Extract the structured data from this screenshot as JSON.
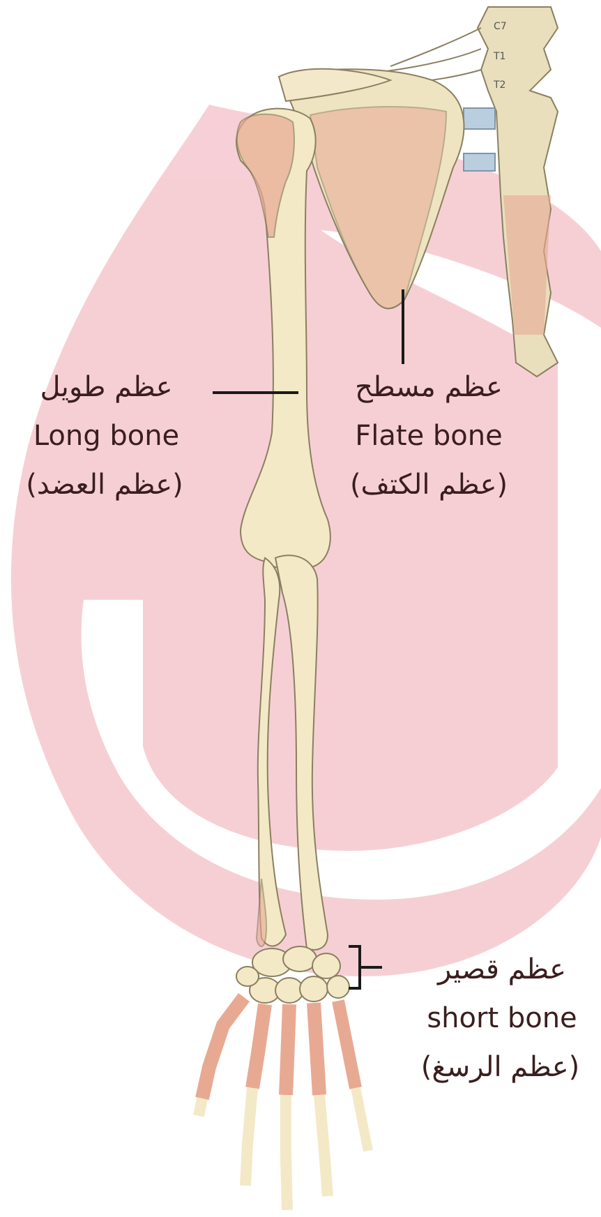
{
  "labels": {
    "long_bone": {
      "arabic": "عظم طويل",
      "english": "Long bone",
      "example": "(عظم العضد)"
    },
    "flat_bone": {
      "arabic": "عظم مسطح",
      "english": "Flate bone",
      "example": "(عظم الكتف)"
    },
    "short_bone": {
      "arabic": "عظم قصير",
      "english": "short bone",
      "example": "(عظم الرسغ)"
    }
  },
  "vertebrae": [
    "C7",
    "T1",
    "T2"
  ],
  "colors": {
    "bone": "#f0e6c0",
    "bone_outline": "#8a7f60",
    "highlight": "#e8a993",
    "watermark": "#e0556a",
    "cartilage": "#b9cfe0",
    "pointer": "#1a1a1a"
  },
  "icons": [
    "bone-illustration",
    "watermark-logo"
  ]
}
